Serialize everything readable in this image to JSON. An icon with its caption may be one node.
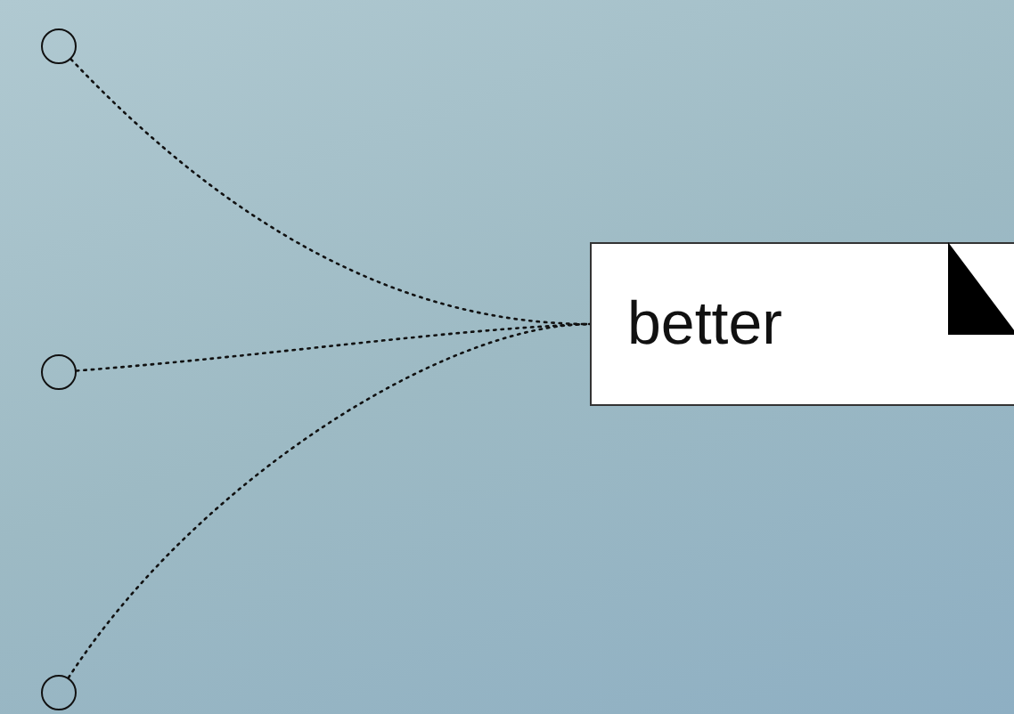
{
  "diagram": {
    "nodes": [
      {
        "text": [],
        "shape": "circle"
      },
      {
        "text": [],
        "shape": "circle"
      },
      {
        "text": [],
        "shape": "circle"
      },
      {
        "text": [
          "better"
        ]
      }
    ],
    "edges": [
      {
        "from": 0,
        "to": 3,
        "arrow": "none",
        "style": "dashed"
      },
      {
        "from": 1,
        "to": 3,
        "arrow": "none",
        "style": "dashed"
      },
      {
        "from": 2,
        "to": 3,
        "arrow": "none",
        "style": "dashed"
      }
    ]
  }
}
